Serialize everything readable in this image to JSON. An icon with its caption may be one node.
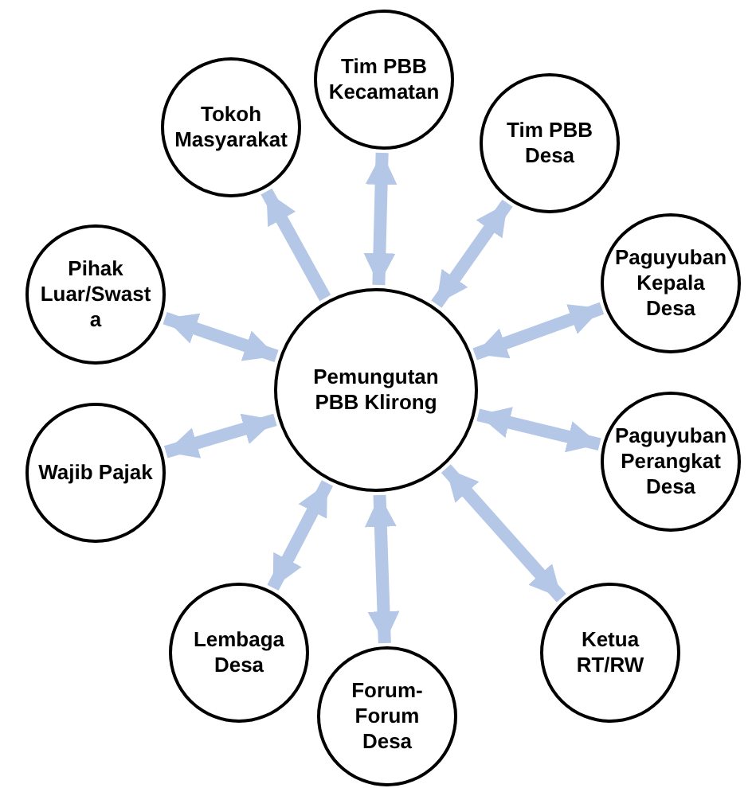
{
  "diagram": {
    "nodes": [
      {
        "text": [
          "Pemungutan PBB Klirong"
        ]
      },
      {
        "text": [
          "Tim PBB Kecamatan"
        ]
      },
      {
        "text": [
          "Tim PBB Desa"
        ]
      },
      {
        "text": [
          "Paguyuban Kepala Desa"
        ]
      },
      {
        "text": [
          "Paguyuban Perangkat Desa"
        ]
      },
      {
        "text": [
          "Ketua RT/RW"
        ]
      },
      {
        "text": [
          "Forum-Forum Desa"
        ]
      },
      {
        "text": [
          "Lembaga Desa"
        ]
      },
      {
        "text": [
          "Wajib Pajak"
        ]
      },
      {
        "text": [
          "Pihak Luar/Swasta"
        ]
      },
      {
        "text": [
          "Tokoh Masyarakat"
        ]
      }
    ],
    "edges": [
      {
        "from": 0,
        "to": 1,
        "arrow": "both"
      },
      {
        "from": 0,
        "to": 2,
        "arrow": "both"
      },
      {
        "from": 0,
        "to": 3,
        "arrow": "both"
      },
      {
        "from": 0,
        "to": 4,
        "arrow": "both"
      },
      {
        "from": 0,
        "to": 5,
        "arrow": "both"
      },
      {
        "from": 0,
        "to": 6,
        "arrow": "both"
      },
      {
        "from": 0,
        "to": 7,
        "arrow": "both"
      },
      {
        "from": 0,
        "to": 8,
        "arrow": "both"
      },
      {
        "from": 0,
        "to": 9,
        "arrow": "both"
      },
      {
        "from": 0,
        "to": 10,
        "arrow": "to"
      }
    ]
  }
}
